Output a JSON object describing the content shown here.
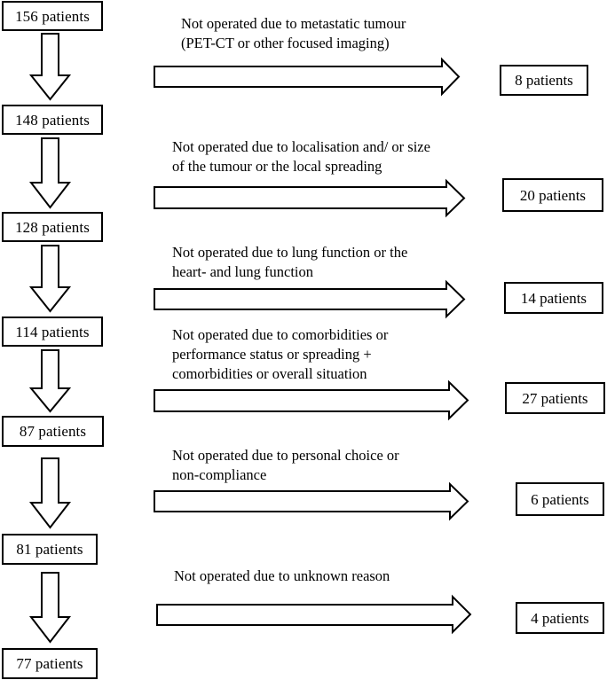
{
  "figure": {
    "type": "flowchart",
    "orientation": "vertical-with-side-exclusions",
    "unit_label": "patients"
  },
  "nodes": [
    {
      "id": "n1",
      "label": "156 patients",
      "count": 156
    },
    {
      "id": "n2",
      "label": "148 patients",
      "count": 148
    },
    {
      "id": "n3",
      "label": "128 patients",
      "count": 128
    },
    {
      "id": "n4",
      "label": "114 patients",
      "count": 114
    },
    {
      "id": "n5",
      "label": "87 patients",
      "count": 87
    },
    {
      "id": "n6",
      "label": "81 patients",
      "count": 81
    },
    {
      "id": "n7",
      "label": "77 patients",
      "count": 77
    }
  ],
  "exclusions": [
    {
      "id": "x1",
      "reason": "Not operated due to metastatic tumour\n(PET-CT or other focused imaging)",
      "outcome_label": "8 patients",
      "count": 8
    },
    {
      "id": "x2",
      "reason": "Not operated due to localisation and/ or size\nof the tumour or the local spreading",
      "outcome_label": "20 patients",
      "count": 20
    },
    {
      "id": "x3",
      "reason": "Not operated due to lung function or the\nheart- and lung function",
      "outcome_label": "14 patients",
      "count": 14
    },
    {
      "id": "x4",
      "reason": "Not operated due to comorbidities or\nperformance status or spreading +\ncomorbidities or overall situation",
      "outcome_label": "27 patients",
      "count": 27
    },
    {
      "id": "x5",
      "reason": "Not operated due to personal choice or\nnon-compliance",
      "outcome_label": "6 patients",
      "count": 6
    },
    {
      "id": "x6",
      "reason": "Not operated due to unknown reason",
      "outcome_label": "4 patients",
      "count": 4
    }
  ],
  "colors": {
    "stroke": "#000000",
    "fill": "#ffffff",
    "text": "#000000"
  }
}
